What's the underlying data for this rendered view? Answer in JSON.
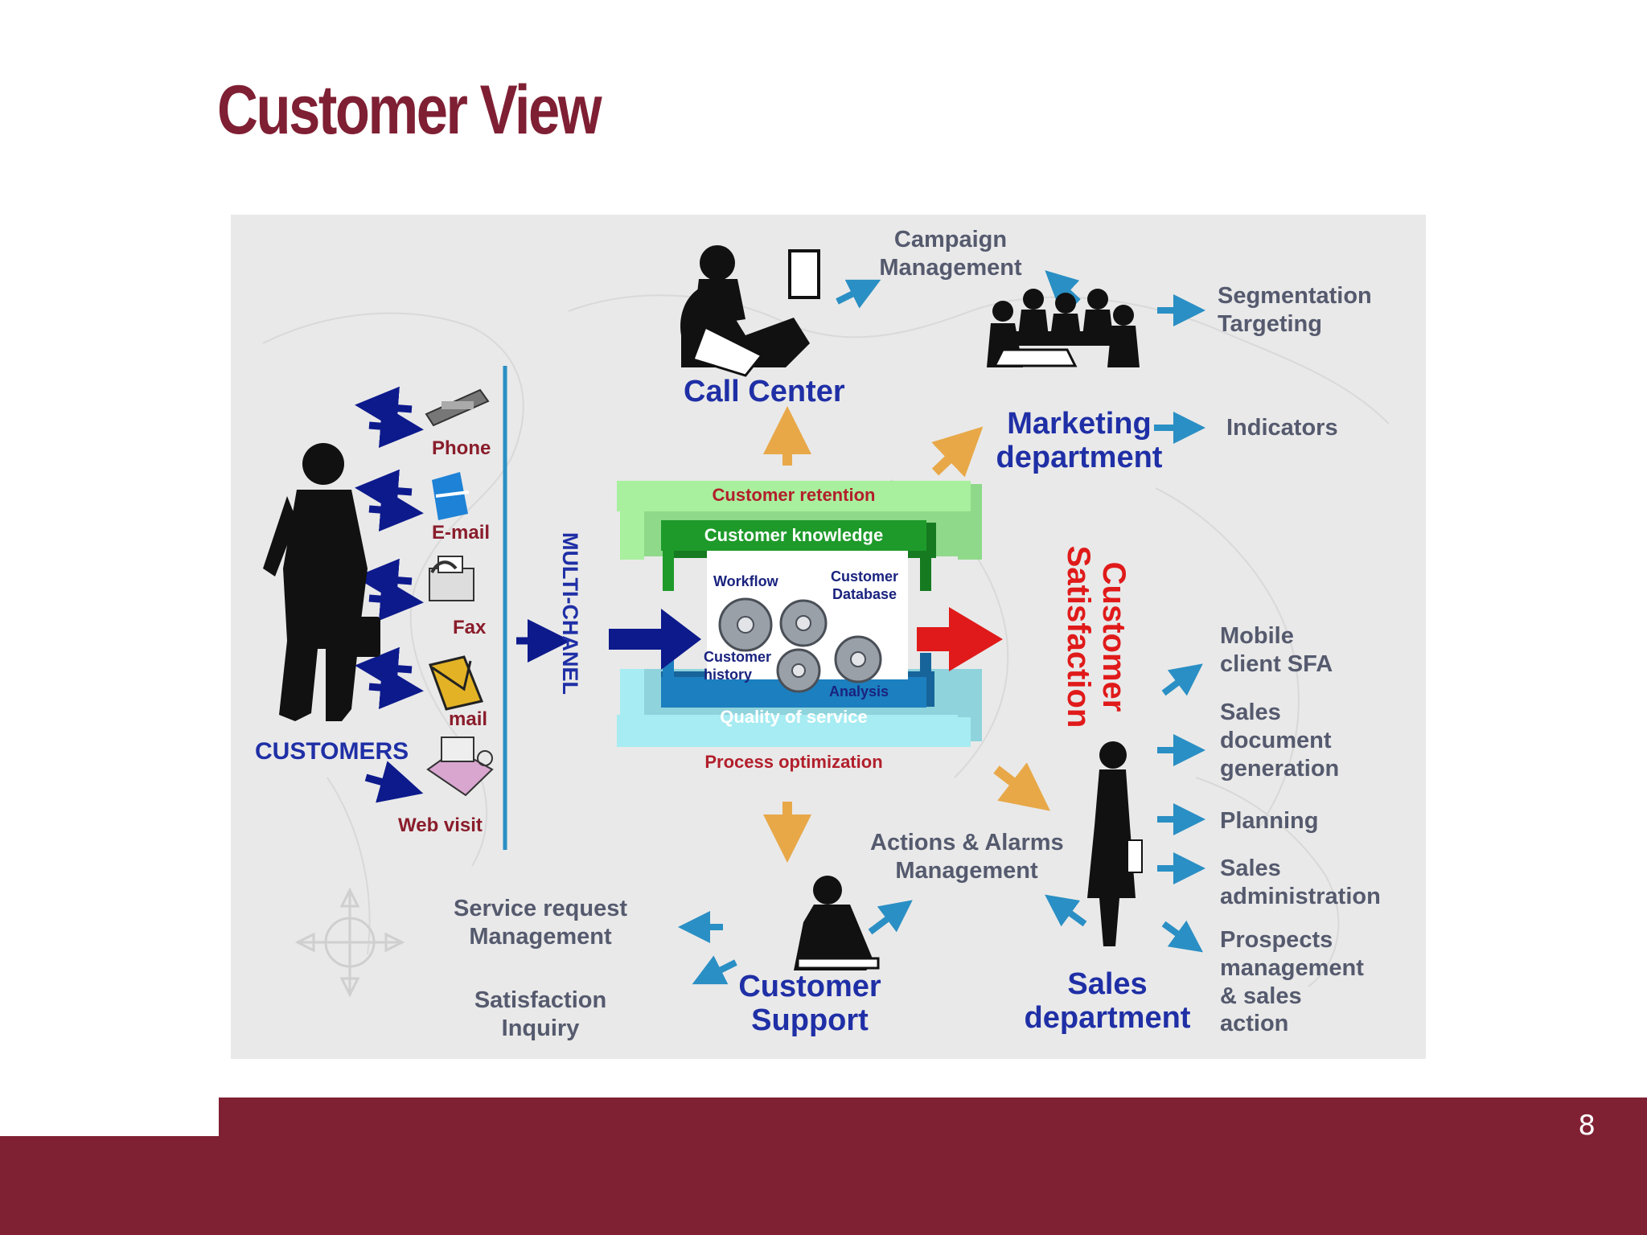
{
  "slide": {
    "title": "Customer View",
    "page_number": "8"
  },
  "channels": {
    "customers": "CUSTOMERS",
    "phone": "Phone",
    "email": "E-mail",
    "fax": "Fax",
    "mail": "mail",
    "web": "Web visit",
    "multichannel": "MULTI-CHANEL"
  },
  "core": {
    "retention": "Customer retention",
    "knowledge": "Customer knowledge",
    "workflow": "Workflow",
    "database_line1": "Customer",
    "database_line2": "Database",
    "history_line1": "Customer",
    "history_line2": "history",
    "analysis": "Analysis",
    "quality": "Quality of service",
    "process": "Process optimization",
    "satisfaction_line1": "Customer",
    "satisfaction_line2": "Satisfaction"
  },
  "call_center": {
    "label": "Call Center",
    "campaign_line1": "Campaign",
    "campaign_line2": "Management"
  },
  "marketing": {
    "label_line1": "Marketing",
    "label_line2": "department",
    "segmentation_line1": "Segmentation",
    "segmentation_line2": "Targeting",
    "indicators": "Indicators"
  },
  "support": {
    "label_line1": "Customer",
    "label_line2": "Support",
    "service_line1": "Service request",
    "service_line2": "Management",
    "inquiry_line1": "Satisfaction",
    "inquiry_line2": "Inquiry",
    "actions_line1": "Actions & Alarms",
    "actions_line2": "Management"
  },
  "sales": {
    "label_line1": "Sales",
    "label_line2": "department",
    "mobile_line1": "Mobile",
    "mobile_line2": "client SFA",
    "doc_line1": "Sales",
    "doc_line2": "document",
    "doc_line3": "generation",
    "planning": "Planning",
    "admin_line1": "Sales",
    "admin_line2": "administration",
    "prospects_line1": "Prospects",
    "prospects_line2": "management",
    "prospects_line3": "& sales",
    "prospects_line4": "action"
  },
  "colors": {
    "brand": "#7f2133",
    "navy_arrow": "#0d1a8c",
    "teal_arrow": "#2a8fc4",
    "orange_arrow": "#e8a848",
    "red_arrow": "#e01a1a",
    "light_green": "#a8ef9e",
    "dark_green": "#1e9a2a",
    "light_cyan": "#a6ecf2",
    "dark_blue": "#1c7fbf"
  }
}
